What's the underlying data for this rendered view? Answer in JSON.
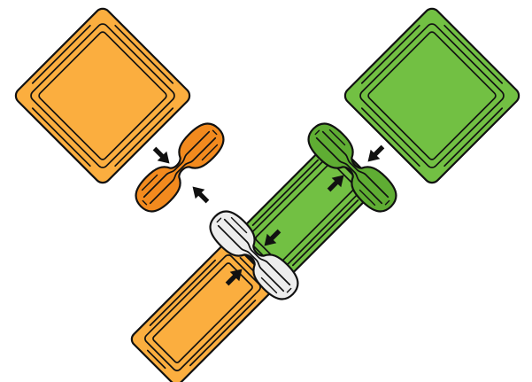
{
  "colors": {
    "orange": "#FBAE3F",
    "orange_dark": "#F28A1E",
    "green": "#72C043",
    "green_dark": "#5FAD33",
    "neutral": "#EDEDED",
    "outline": "#111111",
    "background": "#FFFFFF"
  },
  "blocks": [
    {
      "id": "top-left",
      "kind": "large",
      "color": "orange"
    },
    {
      "id": "top-right",
      "kind": "large",
      "color": "green"
    },
    {
      "id": "middle-right",
      "kind": "small",
      "color": "green"
    },
    {
      "id": "bottom-left",
      "kind": "small",
      "color": "orange"
    }
  ],
  "links": [
    {
      "id": "left",
      "color": "orange_dark",
      "state": "pinched"
    },
    {
      "id": "right",
      "color": "green_dark",
      "state": "pinched"
    },
    {
      "id": "center",
      "color": "neutral",
      "state": "pinched"
    }
  ],
  "arrow_icon": "arrow-icon"
}
